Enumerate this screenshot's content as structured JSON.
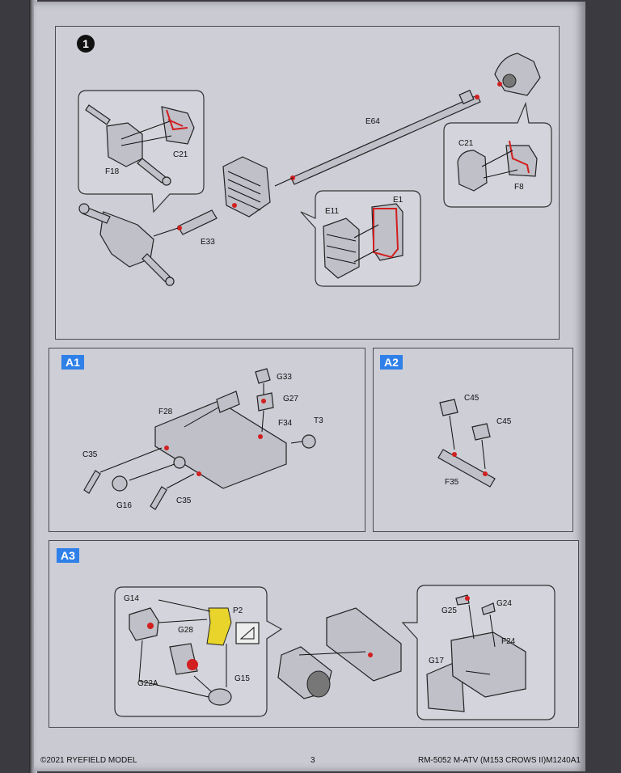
{
  "step": {
    "number": "1"
  },
  "subassemblies": {
    "a1": "A1",
    "a2": "A2",
    "a3": "A3"
  },
  "labels": {
    "c21_left": "C21",
    "f18": "F18",
    "e33": "E33",
    "e64": "E64",
    "c21_right": "C21",
    "f8": "F8",
    "e11": "E11",
    "e1": "E1",
    "g33": "G33",
    "g27": "G27",
    "f28": "F28",
    "f34": "F34",
    "t3": "T3",
    "c35_left": "C35",
    "g16": "G16",
    "c35_right": "C35",
    "c45_top": "C45",
    "c45_bottom": "C45",
    "f35": "F35",
    "g14": "G14",
    "p2": "P2",
    "g28": "G28",
    "g22a": "G22A",
    "g15": "G15",
    "g25": "G25",
    "g24": "G24",
    "f24": "F24",
    "g17": "G17"
  },
  "footer": {
    "copyright": "©2021 RYEFIELD MODEL",
    "page": "3",
    "model": "RM-5052  M-ATV (M153 CROWS II)M1240A1"
  },
  "colors": {
    "accent_red": "#d21f1f",
    "badge_blue": "#2f80e8",
    "part_yellow": "#e8d42a"
  }
}
